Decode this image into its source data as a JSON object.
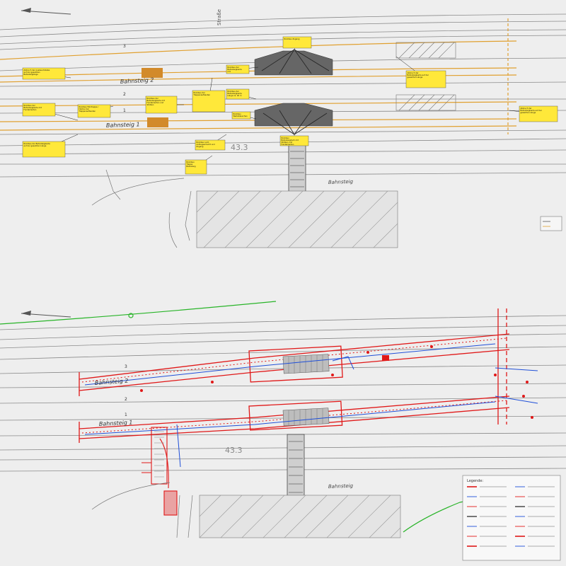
{
  "top_plan": {
    "street_label": "Straße",
    "platform_2_label": "Bahnsteig 2",
    "platform_1_label": "Bahnsteig 1",
    "platform_label": "Bahnsteig",
    "km_label": "43.3",
    "track_numbers": [
      "3",
      "2",
      "1"
    ],
    "callouts": [
      "Abbruch der Ausbeuchstabe auf der gesamten Bahnsteiglänge",
      "Rückbau Fahrtreppe / Dächer der Treppenaufbauten",
      "Rückbau der Bahnsteigkante mit Fundamenten",
      "Rückbau der Treppenaufbauten",
      "Rückbau der Bahnsteigkante mit Fundamenten",
      "Rückbau der Bahnsteigkante Länge ca. 40 m",
      "Rückbau der Bahnsteigkante mit Fundamenten und Stützen",
      "Rückbau Wartehäuschen",
      "Rückbau der Bahnsteigkante auf der gesamten Länge",
      "Rückbau vorh. Aufzugsschacht und Zugang",
      "Rückbau Treppe Bahnsteig",
      "Rückbau Zugang",
      "Rückbau Bahnsteigdach mit Stützen und Fundamenten",
      "Abbruch der Bahnsteigkante auf der gesamten Länge",
      "Abbruch der Bahnsteigkante auf der gesamten Länge"
    ]
  },
  "bottom_plan": {
    "platform_2_label": "Bahnsteig 2",
    "platform_1_label": "Bahnsteig 1",
    "platform_label": "Bahnsteig",
    "km_label": "43.3",
    "track_numbers": [
      "3",
      "2",
      "1"
    ]
  },
  "legend": {
    "title": "Legende:"
  },
  "colors": {
    "background": "#eeeeee",
    "linework": "#8a8a8a",
    "callout_fill": "#ffe83a",
    "demolition_line": "#e0a030",
    "new_build": "#e01818",
    "utility": "#1f4fd8",
    "boundary": "#28b428"
  }
}
